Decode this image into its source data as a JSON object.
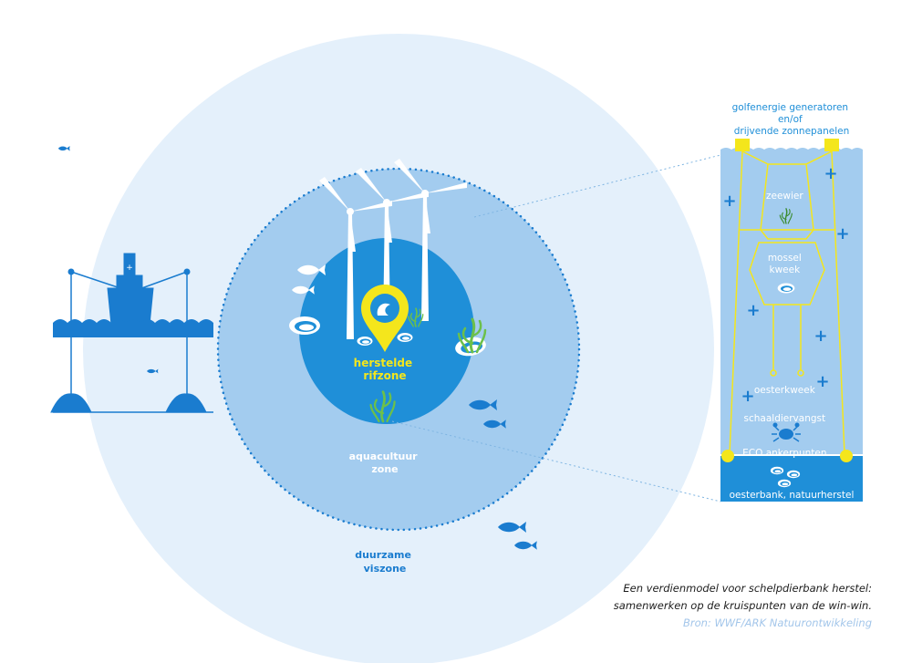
{
  "labels": {
    "zones": {
      "reef_line1": "herstelde",
      "reef_line2": "rifzone",
      "aqua_line1": "aquacultuur",
      "aqua_line2": "zone",
      "fish_line1": "duurzame",
      "fish_line2": "viszone"
    },
    "panel": {
      "top_line1": "golfenergie generatoren",
      "top_line2": "en/of",
      "top_line3": "drijvende zonnepanelen",
      "seaweed": "zeewier",
      "mussel_line1": "mossel",
      "mussel_line2": "kweek",
      "oyster": "oesterkweek",
      "crustacean": "schaaldiervangst",
      "anchor": "ECO ankerpunten",
      "bottom": "oesterbank, natuurherstel"
    }
  },
  "caption": {
    "line1": "Een verdienmodel voor schelpdierbank herstel:",
    "line2": "samenwerken op de kruispunten van de win-win.",
    "source": "Bron: WWF/ARK Natuurontwikkeling"
  },
  "colors": {
    "outer_zone": "#e4f0fb",
    "aqua_zone": "#a3ccef",
    "reef_zone": "#1f8fd8",
    "dark_blue": "#1a7ccf",
    "yellow": "#f4e61c",
    "white": "#ffffff"
  },
  "icons": {
    "turbines": "wind-turbine-icon",
    "platform": "offshore-platform-icon",
    "marker": "location-marker-icon",
    "crab": "crab-icon",
    "seaweed": "seaweed-icon",
    "fish": "fish-icon",
    "shell": "shell-icon"
  }
}
